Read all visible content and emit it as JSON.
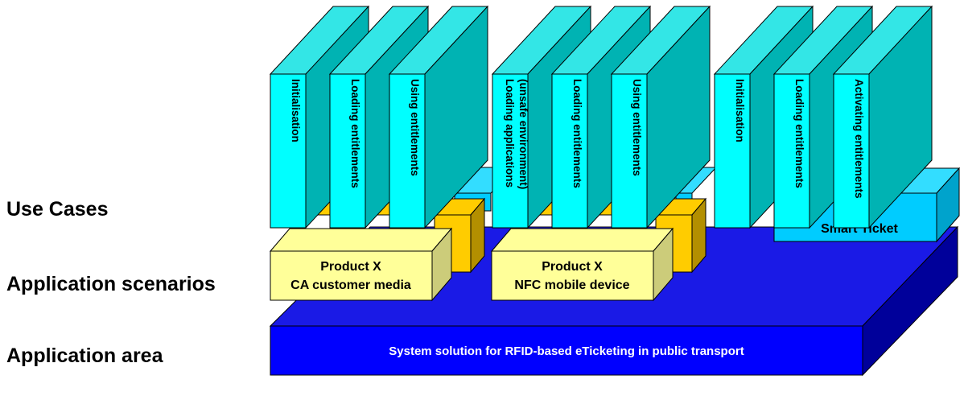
{
  "layers": {
    "use_cases": "Use Cases",
    "application_scenarios": "Application scenarios",
    "application_area": "Application area"
  },
  "application_area": {
    "label": "System solution for RFID-based eTicketing in public transport"
  },
  "scenarios": [
    {
      "line1": "Product X",
      "line2": "CA customer media"
    },
    {
      "line1": "Product X",
      "line2": "NFC mobile device"
    },
    {
      "line1": "",
      "line2": "Smart Ticket"
    }
  ],
  "use_cases": [
    {
      "label": "Initialisation"
    },
    {
      "label": "Loading entitlements"
    },
    {
      "label": "Using entitlements"
    },
    {
      "label": "Loading applications",
      "label2": "(unsafe environment)"
    },
    {
      "label": "Loading entitlements"
    },
    {
      "label": "Using entitlements"
    },
    {
      "label": "Initialisation"
    },
    {
      "label": "Loading entitlements"
    },
    {
      "label": "Activating entitlements"
    }
  ],
  "colors": {
    "area_front": "#0000ff",
    "area_top": "#1a1ae6",
    "area_side": "#00009a",
    "scenario_front": "#ffff99",
    "scenario_side": "#cccc7a",
    "scenario_back": "#ffcc00",
    "scenario_back_side": "#b38f00",
    "smart_ticket_front": "#00ccff",
    "smart_ticket_top": "#33ddff",
    "smart_ticket_side": "#00a3cc",
    "pillar_front": "#00ffff",
    "pillar_side": "#00b3b3",
    "pillar_top": "#33e6e6",
    "outline": "#000000"
  }
}
